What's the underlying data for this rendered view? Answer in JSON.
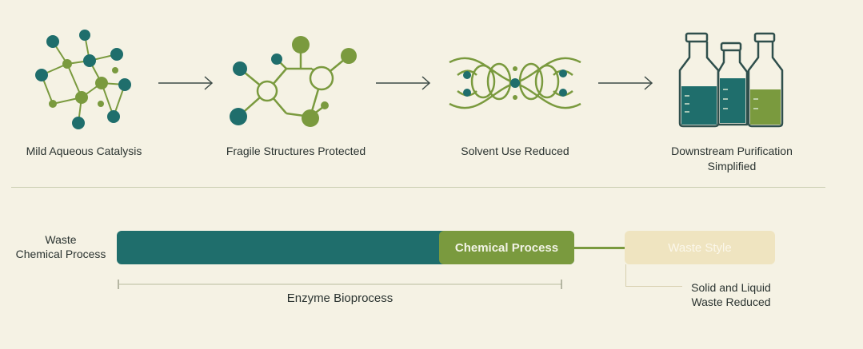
{
  "steps": [
    {
      "label": "Mild Aqueous Catalysis",
      "icon": "molecule-network-icon"
    },
    {
      "label": "Fragile Structures Protected",
      "icon": "protected-molecule-icon"
    },
    {
      "label": "Solvent Use Reduced",
      "icon": "helix-chain-icon"
    },
    {
      "label_line1": "Downstream Purification",
      "label_line2": "Simplified",
      "icon": "bottles-icon"
    }
  ],
  "waste": {
    "side_label_line1": "Waste",
    "side_label_line2": "Chemical Process",
    "chemical_process_label": "Chemical Process",
    "waste_style_label": "Waste Style",
    "bracket_label": "Enzyme Bioprocess",
    "note_line1": "Solid and Liquid",
    "note_line2": "Waste Reduced"
  },
  "colors": {
    "teal": "#1f6e6c",
    "green": "#7a9a3e",
    "cream": "#efe4c0",
    "background": "#f5f2e4"
  }
}
